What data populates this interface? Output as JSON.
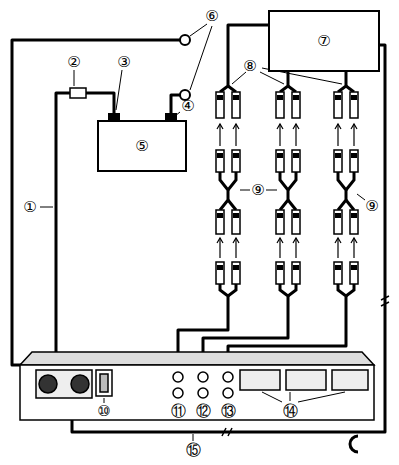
{
  "diagram": {
    "nodes": [
      {
        "text": [
          "⑤"
        ]
      },
      {
        "text": [
          "⑦"
        ]
      }
    ],
    "labels": [
      "①",
      "②",
      "③",
      "④",
      "⑥",
      "⑧",
      "⑨",
      "⑨",
      "⑩",
      "⑪",
      "⑫",
      "⑬",
      "⑭",
      "⑮"
    ]
  }
}
